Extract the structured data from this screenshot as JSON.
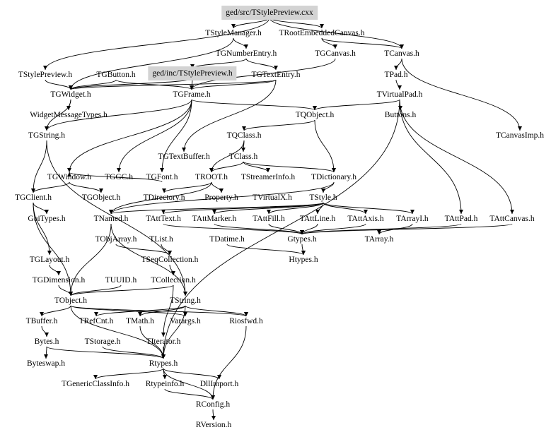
{
  "diagram": {
    "title": "ged/src/TStylePreview.cxx include dependency graph",
    "highlight_color": "#d3d3d3",
    "nodes": [
      {
        "id": "n0",
        "label": "ged/src/TStylePreview.cxx",
        "highlight": true
      },
      {
        "id": "n1",
        "label": "TStyleManager.h"
      },
      {
        "id": "n2",
        "label": "TRootEmbeddedCanvas.h"
      },
      {
        "id": "n3",
        "label": "TGNumberEntry.h"
      },
      {
        "id": "n4",
        "label": "TGCanvas.h"
      },
      {
        "id": "n5",
        "label": "TCanvas.h"
      },
      {
        "id": "n6",
        "label": "TStylePreview.h"
      },
      {
        "id": "n7",
        "label": "TGButton.h"
      },
      {
        "id": "n8",
        "label": "ged/inc/TStylePreview.h",
        "highlight": true
      },
      {
        "id": "n9",
        "label": "TGTextEntry.h"
      },
      {
        "id": "n10",
        "label": "TPad.h"
      },
      {
        "id": "n11",
        "label": "TGWidget.h"
      },
      {
        "id": "n12",
        "label": "TGFrame.h"
      },
      {
        "id": "n13",
        "label": "TVirtualPad.h"
      },
      {
        "id": "n14",
        "label": "WidgetMessageTypes.h"
      },
      {
        "id": "n15",
        "label": "TQObject.h"
      },
      {
        "id": "n16",
        "label": "Buttons.h"
      },
      {
        "id": "n17",
        "label": "TGString.h"
      },
      {
        "id": "n18",
        "label": "TQClass.h"
      },
      {
        "id": "n19",
        "label": "TCanvasImp.h"
      },
      {
        "id": "n20",
        "label": "TGTextBuffer.h"
      },
      {
        "id": "n21",
        "label": "TClass.h"
      },
      {
        "id": "n22",
        "label": "TGWindow.h"
      },
      {
        "id": "n23",
        "label": "TGGC.h"
      },
      {
        "id": "n24",
        "label": "TGFont.h"
      },
      {
        "id": "n25",
        "label": "TROOT.h"
      },
      {
        "id": "n26",
        "label": "TStreamerInfo.h"
      },
      {
        "id": "n27",
        "label": "TDictionary.h"
      },
      {
        "id": "n28",
        "label": "TGClient.h"
      },
      {
        "id": "n29",
        "label": "TGObject.h"
      },
      {
        "id": "n30",
        "label": "TDirectory.h"
      },
      {
        "id": "n31",
        "label": "Property.h"
      },
      {
        "id": "n32",
        "label": "TVirtualX.h"
      },
      {
        "id": "n33",
        "label": "TStyle.h"
      },
      {
        "id": "n34",
        "label": "GuiTypes.h"
      },
      {
        "id": "n35",
        "label": "TNamed.h"
      },
      {
        "id": "n36",
        "label": "TAttText.h"
      },
      {
        "id": "n37",
        "label": "TAttMarker.h"
      },
      {
        "id": "n38",
        "label": "TAttFill.h"
      },
      {
        "id": "n39",
        "label": "TAttLine.h"
      },
      {
        "id": "n40",
        "label": "TAttAxis.h"
      },
      {
        "id": "n41",
        "label": "TArrayI.h"
      },
      {
        "id": "n42",
        "label": "TAttPad.h"
      },
      {
        "id": "n43",
        "label": "TAttCanvas.h"
      },
      {
        "id": "n44",
        "label": "TObjArray.h"
      },
      {
        "id": "n45",
        "label": "TList.h"
      },
      {
        "id": "n46",
        "label": "TDatime.h"
      },
      {
        "id": "n47",
        "label": "Gtypes.h"
      },
      {
        "id": "n48",
        "label": "TArray.h"
      },
      {
        "id": "n49",
        "label": "TGLayout.h"
      },
      {
        "id": "n50",
        "label": "TSeqCollection.h"
      },
      {
        "id": "n51",
        "label": "Htypes.h"
      },
      {
        "id": "n52",
        "label": "TGDimension.h"
      },
      {
        "id": "n53",
        "label": "TUUID.h"
      },
      {
        "id": "n54",
        "label": "TCollection.h"
      },
      {
        "id": "n55",
        "label": "TObject.h"
      },
      {
        "id": "n56",
        "label": "TString.h"
      },
      {
        "id": "n57",
        "label": "TBuffer.h"
      },
      {
        "id": "n58",
        "label": "TRefCnt.h"
      },
      {
        "id": "n59",
        "label": "TMath.h"
      },
      {
        "id": "n60",
        "label": "Varargs.h"
      },
      {
        "id": "n61",
        "label": "Riosfwd.h"
      },
      {
        "id": "n62",
        "label": "Bytes.h"
      },
      {
        "id": "n63",
        "label": "TStorage.h"
      },
      {
        "id": "n64",
        "label": "TIterator.h"
      },
      {
        "id": "n65",
        "label": "Byteswap.h"
      },
      {
        "id": "n66",
        "label": "Rtypes.h"
      },
      {
        "id": "n67",
        "label": "TGenericClassInfo.h"
      },
      {
        "id": "n68",
        "label": "Rtypeinfo.h"
      },
      {
        "id": "n69",
        "label": "DllImport.h"
      },
      {
        "id": "n70",
        "label": "RConfig.h"
      },
      {
        "id": "n71",
        "label": "RVersion.h"
      }
    ],
    "edges": [
      [
        "n0",
        "n1"
      ],
      [
        "n0",
        "n2"
      ],
      [
        "n0",
        "n6"
      ],
      [
        "n0",
        "n5"
      ],
      [
        "n1",
        "n3"
      ],
      [
        "n1",
        "n11"
      ],
      [
        "n2",
        "n4"
      ],
      [
        "n2",
        "n5"
      ],
      [
        "n3",
        "n9"
      ],
      [
        "n3",
        "n8"
      ],
      [
        "n4",
        "n12"
      ],
      [
        "n5",
        "n10"
      ],
      [
        "n5",
        "n19"
      ],
      [
        "n10",
        "n13"
      ],
      [
        "n6",
        "n11"
      ],
      [
        "n7",
        "n11"
      ],
      [
        "n7",
        "n12"
      ],
      [
        "n8",
        "n11"
      ],
      [
        "n8",
        "n12"
      ],
      [
        "n9",
        "n12"
      ],
      [
        "n9",
        "n11"
      ],
      [
        "n9",
        "n20"
      ],
      [
        "n11",
        "n14"
      ],
      [
        "n11",
        "n17"
      ],
      [
        "n12",
        "n15"
      ],
      [
        "n12",
        "n22"
      ],
      [
        "n12",
        "n23"
      ],
      [
        "n12",
        "n24"
      ],
      [
        "n12",
        "n17"
      ],
      [
        "n13",
        "n16"
      ],
      [
        "n13",
        "n15"
      ],
      [
        "n13",
        "n42"
      ],
      [
        "n13",
        "n43"
      ],
      [
        "n13",
        "n66"
      ],
      [
        "n15",
        "n18"
      ],
      [
        "n15",
        "n27"
      ],
      [
        "n18",
        "n21"
      ],
      [
        "n18",
        "n25"
      ],
      [
        "n21",
        "n25"
      ],
      [
        "n21",
        "n26"
      ],
      [
        "n21",
        "n27"
      ],
      [
        "n17",
        "n28"
      ],
      [
        "n17",
        "n56"
      ],
      [
        "n22",
        "n29"
      ],
      [
        "n22",
        "n28"
      ],
      [
        "n24",
        "n22"
      ],
      [
        "n25",
        "n30"
      ],
      [
        "n25",
        "n35"
      ],
      [
        "n25",
        "n31"
      ],
      [
        "n27",
        "n33"
      ],
      [
        "n27",
        "n35"
      ],
      [
        "n33",
        "n36"
      ],
      [
        "n33",
        "n37"
      ],
      [
        "n33",
        "n38"
      ],
      [
        "n33",
        "n39"
      ],
      [
        "n33",
        "n40"
      ],
      [
        "n33",
        "n41"
      ],
      [
        "n33",
        "n35"
      ],
      [
        "n28",
        "n34"
      ],
      [
        "n28",
        "n49"
      ],
      [
        "n28",
        "n55"
      ],
      [
        "n36",
        "n47"
      ],
      [
        "n37",
        "n47"
      ],
      [
        "n38",
        "n47"
      ],
      [
        "n39",
        "n47"
      ],
      [
        "n40",
        "n47"
      ],
      [
        "n41",
        "n48"
      ],
      [
        "n42",
        "n47"
      ],
      [
        "n43",
        "n47"
      ],
      [
        "n44",
        "n50"
      ],
      [
        "n45",
        "n50"
      ],
      [
        "n35",
        "n55"
      ],
      [
        "n35",
        "n56"
      ],
      [
        "n46",
        "n51"
      ],
      [
        "n47",
        "n51"
      ],
      [
        "n49",
        "n52"
      ],
      [
        "n52",
        "n55"
      ],
      [
        "n50",
        "n54"
      ],
      [
        "n54",
        "n55"
      ],
      [
        "n54",
        "n64"
      ],
      [
        "n53",
        "n55"
      ],
      [
        "n55",
        "n57"
      ],
      [
        "n55",
        "n66"
      ],
      [
        "n55",
        "n60"
      ],
      [
        "n55",
        "n61"
      ],
      [
        "n56",
        "n58"
      ],
      [
        "n56",
        "n59"
      ],
      [
        "n56",
        "n61"
      ],
      [
        "n56",
        "n66"
      ],
      [
        "n57",
        "n62"
      ],
      [
        "n62",
        "n65"
      ],
      [
        "n62",
        "n66"
      ],
      [
        "n63",
        "n66"
      ],
      [
        "n64",
        "n66"
      ],
      [
        "n59",
        "n66"
      ],
      [
        "n66",
        "n67"
      ],
      [
        "n66",
        "n68"
      ],
      [
        "n66",
        "n69"
      ],
      [
        "n66",
        "n70"
      ],
      [
        "n68",
        "n70"
      ],
      [
        "n61",
        "n70"
      ],
      [
        "n70",
        "n71"
      ]
    ]
  }
}
